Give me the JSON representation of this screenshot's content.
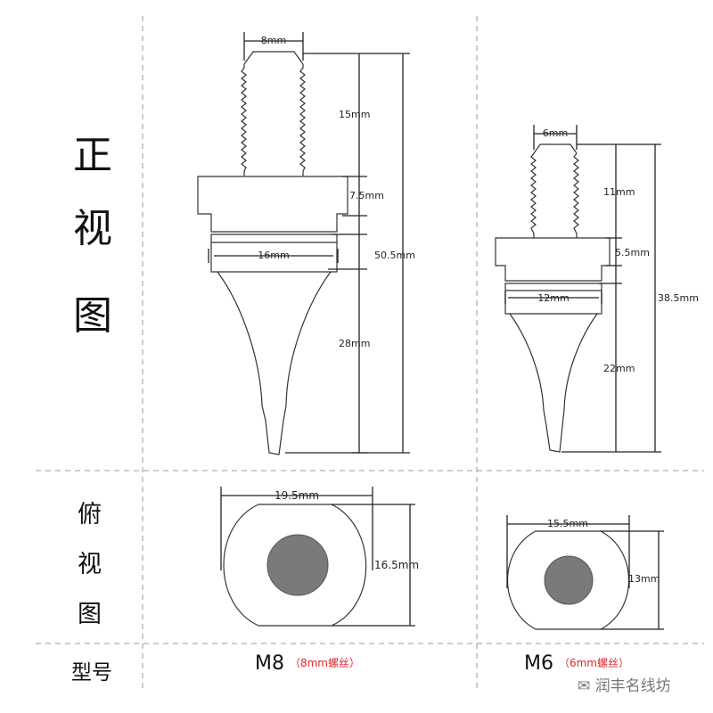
{
  "row_labels": {
    "front_view": [
      "正",
      "视",
      "图"
    ],
    "top_view": [
      "俯",
      "视",
      "图"
    ],
    "model_row": "型号"
  },
  "m8": {
    "model": "M8",
    "spec": "（8mm螺丝）",
    "dims": {
      "thread_width": "8mm",
      "thread_length": "15mm",
      "collar_height": "7.5mm",
      "ring_width": "16mm",
      "total_height": "50.5mm",
      "cone_height": "28mm",
      "top_width": "19.5mm",
      "top_depth": "16.5mm"
    }
  },
  "m6": {
    "model": "M6",
    "spec": "（6mm螺丝）",
    "dims": {
      "thread_width": "6mm",
      "thread_length": "11mm",
      "collar_height": "5.5mm",
      "ring_width": "12mm",
      "total_height": "38.5mm",
      "cone_height": "22mm",
      "top_width": "15.5mm",
      "top_depth": "13mm"
    }
  },
  "watermark": "润丰名线坊",
  "colors": {
    "line": "#333333",
    "hole": "#7a7a7a",
    "spec": "#e0262a",
    "divider": "#999999"
  }
}
